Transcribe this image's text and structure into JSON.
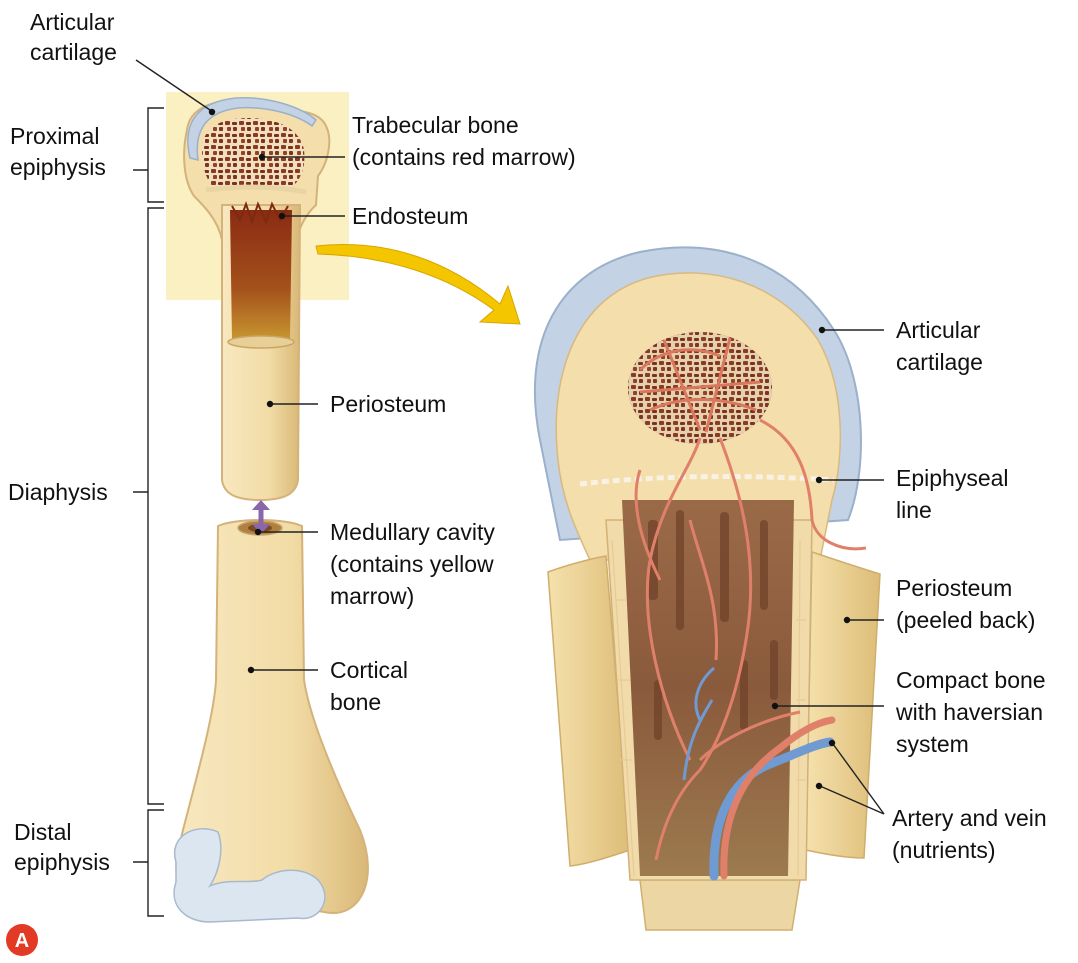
{
  "figure_badge": "A",
  "colors": {
    "bone": "#f3deac",
    "bone_shade": "#e0c07c",
    "cartilage": "#c3d2e4",
    "marrow_red": "#8a2b12",
    "marrow_yellow": "#c18c2a",
    "highlight_box": "#fbf0c1",
    "arrow": "#f3c600",
    "artery": "#e0806b",
    "vein": "#6f9ad2",
    "badge": "#e23a25",
    "double_arrow": "#8a67ab"
  },
  "left_labels": {
    "articular_cartilage": [
      "Articular",
      "cartilage"
    ],
    "proximal_epiphysis": [
      "Proximal",
      "epiphysis"
    ],
    "diaphysis": [
      "Diaphysis"
    ],
    "distal_epiphysis": [
      "Distal",
      "epiphysis"
    ],
    "trabecular_bone": [
      "Trabecular bone",
      "(contains red marrow)"
    ],
    "endosteum": [
      "Endosteum"
    ],
    "periosteum": [
      "Periosteum"
    ],
    "medullary_cavity": [
      "Medullary cavity",
      "(contains yellow",
      "marrow)"
    ],
    "cortical_bone": [
      "Cortical",
      "bone"
    ]
  },
  "right_labels": {
    "articular_cartilage": [
      "Articular",
      "cartilage"
    ],
    "epiphyseal_line": [
      "Epiphyseal",
      "line"
    ],
    "periosteum": [
      "Periosteum",
      "(peeled back)"
    ],
    "compact_bone": [
      "Compact bone",
      "with haversian",
      "system"
    ],
    "artery_vein": [
      "Artery and vein",
      "(nutrients)"
    ]
  }
}
